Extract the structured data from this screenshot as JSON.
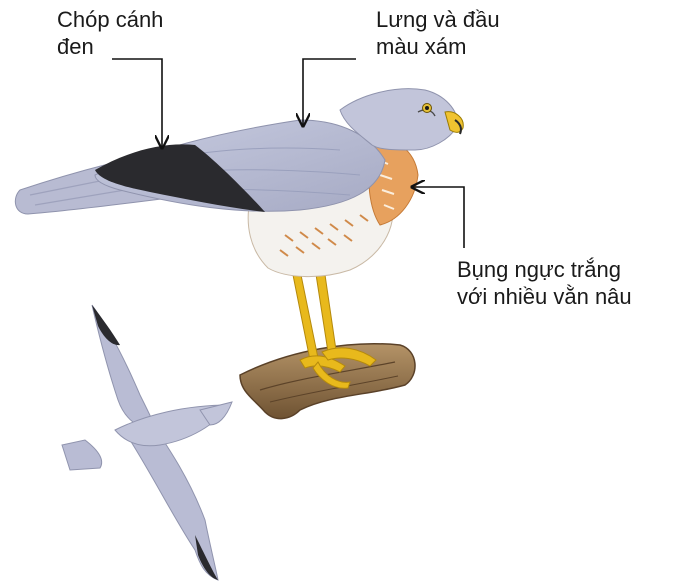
{
  "annotations": {
    "wingtip": {
      "line1": "Chóp cánh",
      "line2": "đen"
    },
    "back_head": {
      "line1": "Lưng và đầu",
      "line2": "màu xám"
    },
    "belly": {
      "line1": "Bụng ngực trắng",
      "line2": "với nhiều vằn nâu"
    }
  },
  "colors": {
    "plumage_grey": "#b9bcd4",
    "wingtip_black": "#2a2a2e",
    "breast_orange": "#e7a15e",
    "leg_yellow": "#e8b91c",
    "branch_brown": "#8a6a43"
  }
}
